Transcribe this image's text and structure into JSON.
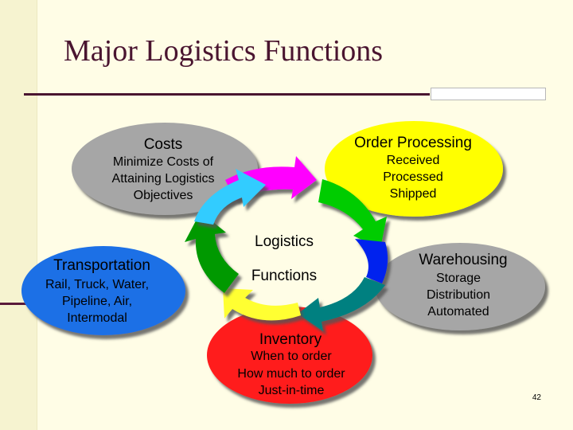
{
  "slide": {
    "title": "Major Logistics Functions",
    "page_number": "42"
  },
  "center": {
    "line1": "Logistics",
    "line2": "Functions"
  },
  "nodes": {
    "costs": {
      "title": "Costs",
      "lines": [
        "Minimize Costs of",
        "Attaining Logistics",
        "Objectives"
      ],
      "color": "#a6a6a6"
    },
    "order_processing": {
      "title": "Order Processing",
      "lines": [
        "Received",
        "Processed",
        "Shipped"
      ],
      "color": "#ffff00"
    },
    "transportation": {
      "title": "Transportation",
      "lines": [
        "Rail, Truck, Water,",
        "Pipeline, Air,",
        "Intermodal"
      ],
      "color": "#1e6fe6"
    },
    "warehousing": {
      "title": "Warehousing",
      "lines": [
        "Storage",
        "Distribution",
        "Automated"
      ],
      "color": "#a6a6a6"
    },
    "inventory": {
      "title": "Inventory",
      "lines": [
        "When to order",
        "How much to order",
        "Just-in-time"
      ],
      "color": "#ff1a1a"
    }
  },
  "cycle_colors": [
    "#ff00ff",
    "#00cc00",
    "#0022ee",
    "#008080",
    "#ffff33",
    "#009900",
    "#33ccff"
  ]
}
